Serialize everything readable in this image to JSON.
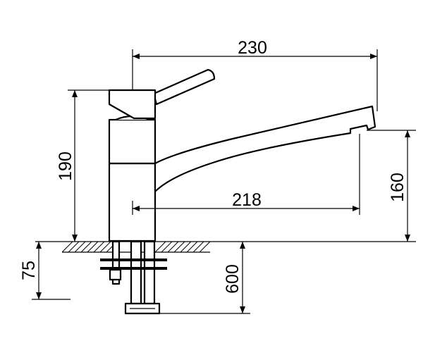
{
  "dimensions": {
    "spout_reach_overall": "230",
    "spout_reach_inner": "218",
    "body_height": "190",
    "spout_height": "160",
    "mount_thickness": "75",
    "hose_length": "600"
  },
  "colors": {
    "line": "#000000",
    "background": "#ffffff"
  }
}
